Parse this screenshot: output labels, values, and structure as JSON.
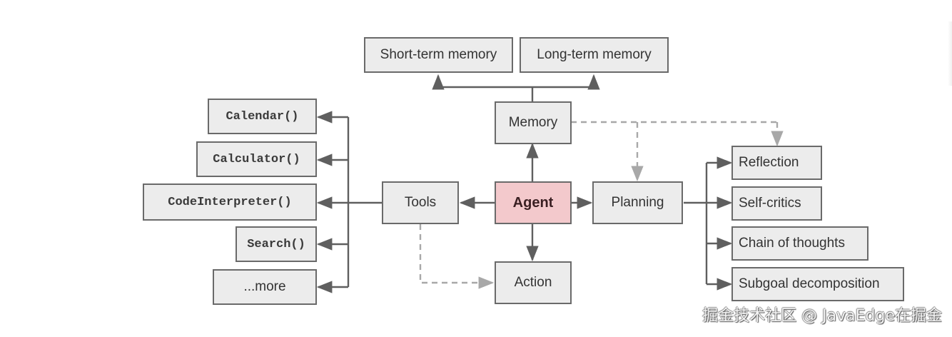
{
  "diagram": {
    "center": {
      "label": "Agent",
      "color": "#f3c9cc"
    },
    "memory": {
      "label": "Memory",
      "children": [
        {
          "label": "Short-term memory"
        },
        {
          "label": "Long-term memory"
        }
      ]
    },
    "tools": {
      "label": "Tools",
      "children": [
        {
          "label": "Calendar()"
        },
        {
          "label": "Calculator()"
        },
        {
          "label": "CodeInterpreter()"
        },
        {
          "label": "Search()"
        },
        {
          "label": "...more"
        }
      ]
    },
    "planning": {
      "label": "Planning",
      "children": [
        {
          "label": "Reflection"
        },
        {
          "label": "Self-critics"
        },
        {
          "label": "Chain of thoughts"
        },
        {
          "label": "Subgoal decomposition"
        }
      ]
    },
    "action": {
      "label": "Action"
    },
    "edges": [
      {
        "from": "Agent",
        "to": "Memory",
        "style": "solid"
      },
      {
        "from": "Agent",
        "to": "Tools",
        "style": "solid"
      },
      {
        "from": "Agent",
        "to": "Planning",
        "style": "solid"
      },
      {
        "from": "Agent",
        "to": "Action",
        "style": "solid"
      },
      {
        "from": "Memory",
        "to": "Short-term memory",
        "style": "solid"
      },
      {
        "from": "Memory",
        "to": "Long-term memory",
        "style": "solid"
      },
      {
        "from": "Memory",
        "to": "Planning",
        "style": "dashed"
      },
      {
        "from": "Memory",
        "to": "Reflection",
        "style": "dashed"
      },
      {
        "from": "Tools",
        "to": "Action",
        "style": "dashed"
      },
      {
        "from": "Tools",
        "to": "Calendar()",
        "style": "solid"
      },
      {
        "from": "Tools",
        "to": "Calculator()",
        "style": "solid"
      },
      {
        "from": "Tools",
        "to": "CodeInterpreter()",
        "style": "solid"
      },
      {
        "from": "Tools",
        "to": "Search()",
        "style": "solid"
      },
      {
        "from": "Tools",
        "to": "...more",
        "style": "solid"
      },
      {
        "from": "Planning",
        "to": "Reflection",
        "style": "solid"
      },
      {
        "from": "Planning",
        "to": "Self-critics",
        "style": "solid"
      },
      {
        "from": "Planning",
        "to": "Chain of thoughts",
        "style": "solid"
      },
      {
        "from": "Planning",
        "to": "Subgoal decomposition",
        "style": "solid"
      }
    ],
    "colors": {
      "box_fill": "#ececec",
      "box_border": "#6a6a6a",
      "line": "#5f5f5f",
      "dashed_line": "#a8a8a8"
    }
  },
  "watermark": "掘金技术社区 @ JavaEdge在掘金"
}
